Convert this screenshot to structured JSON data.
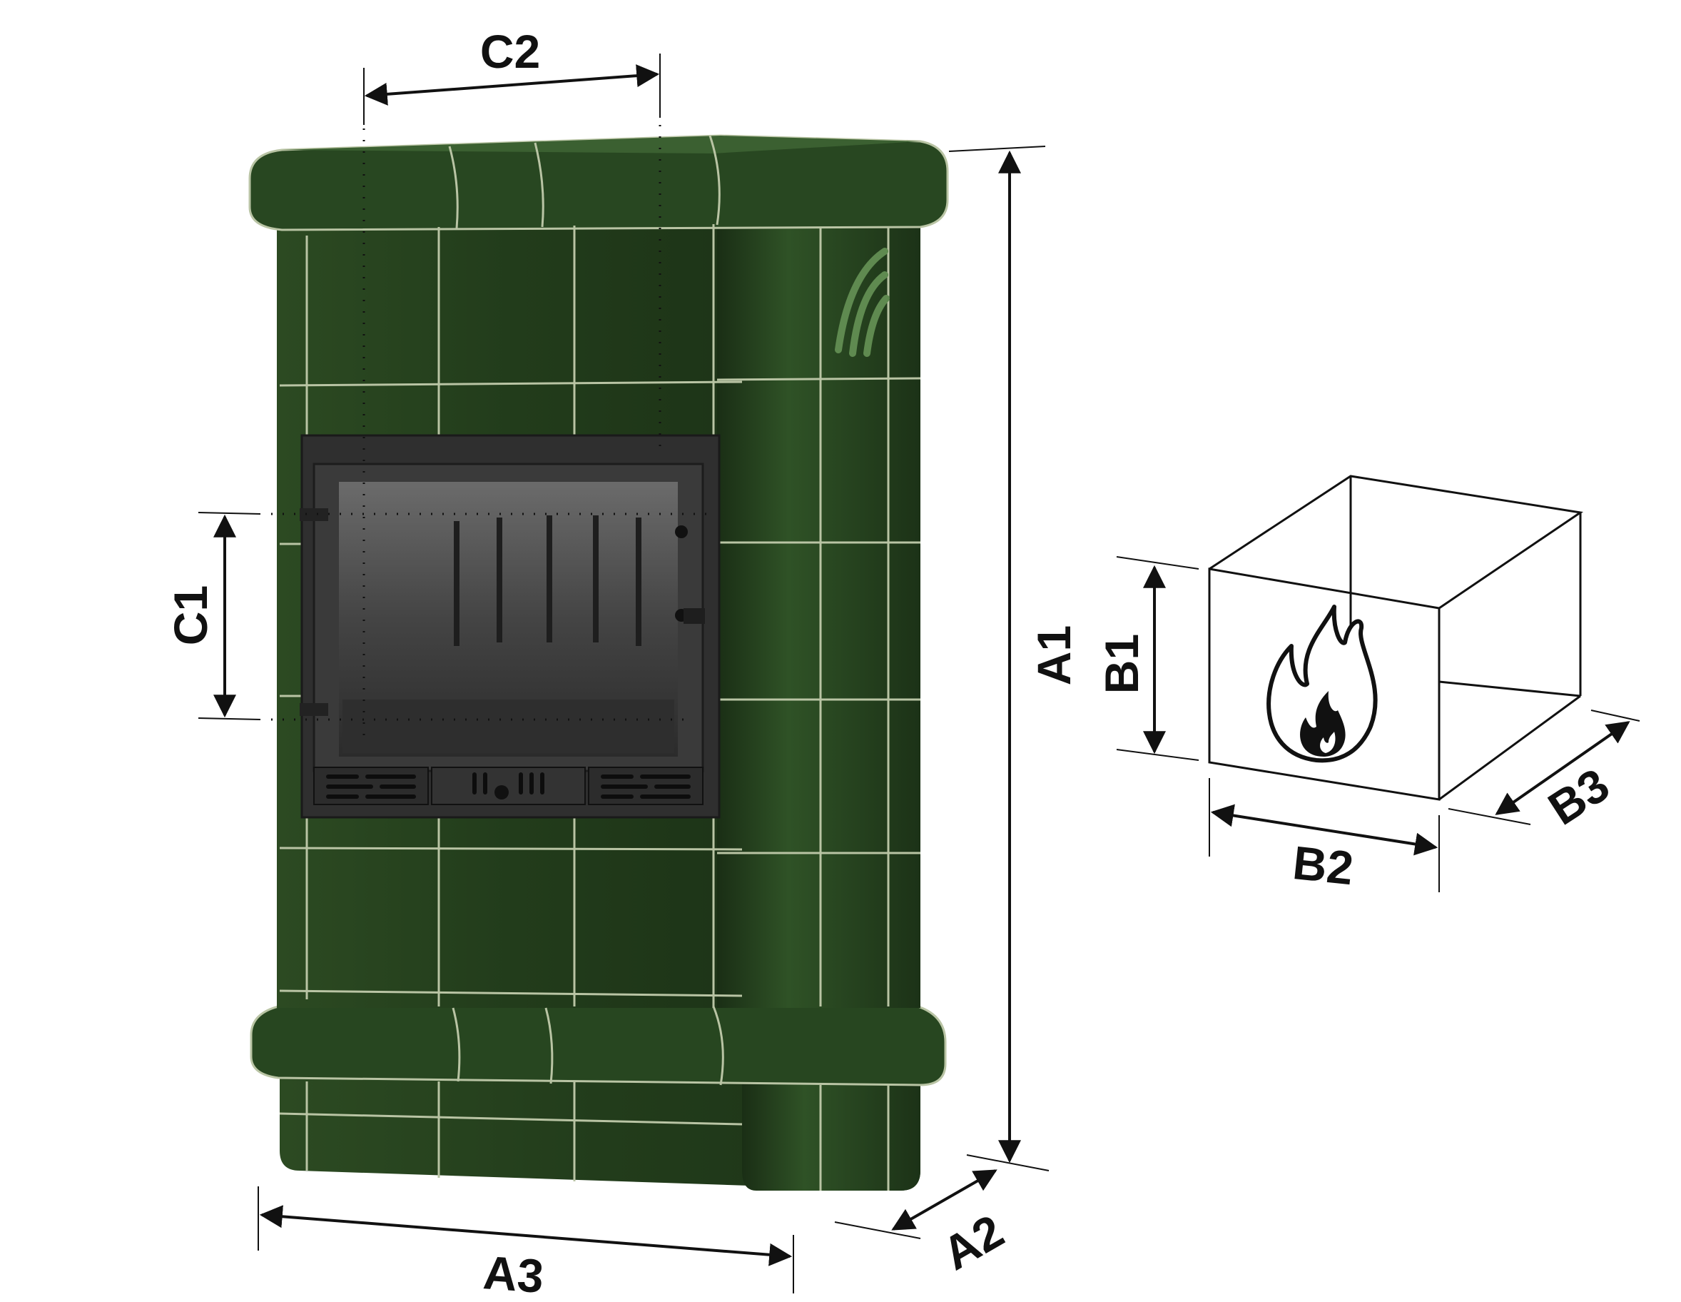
{
  "dimensions": {
    "a1": "A1",
    "a2": "A2",
    "a3": "A3",
    "b1": "B1",
    "b2": "B2",
    "b3": "B3",
    "c1": "C1",
    "c2": "C2"
  },
  "colors": {
    "tile_green": "#26421e",
    "tile_green_light": "#3d6331",
    "grout": "#b9c4a4",
    "metal": "#2a2a2a",
    "line": "#111111"
  },
  "icons": {
    "fire": "flame-icon",
    "stove": "tiled-stove-illustration"
  }
}
